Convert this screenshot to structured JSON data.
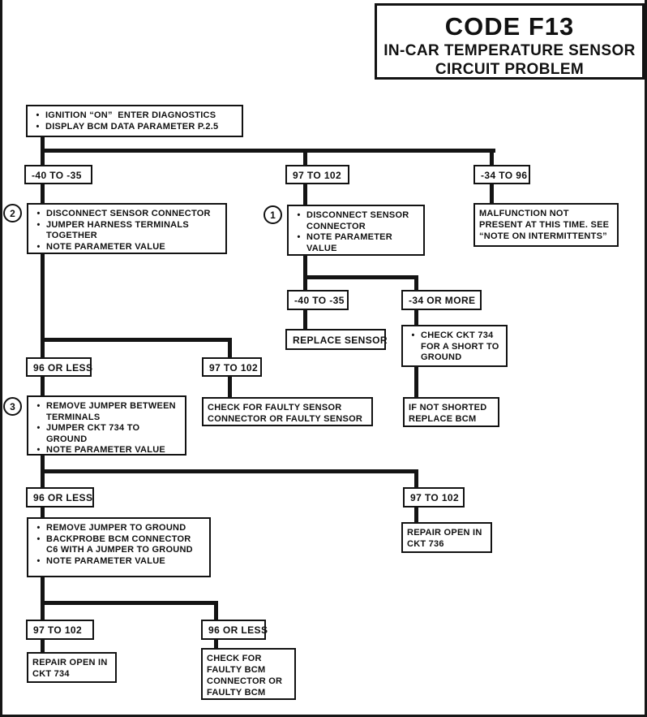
{
  "ui": {
    "bullet": "•",
    "ink_color": "#111111",
    "paper_color": "#ffffff"
  },
  "title": {
    "code": "CODE F13",
    "line1": "IN-CAR TEMPERATURE SENSOR",
    "line2": "CIRCUIT PROBLEM"
  },
  "nodes": {
    "start": {
      "bullets": [
        "IGNITION “ON”  ENTER DIAGNOSTICS",
        "DISPLAY BCM DATA PARAMETER P.2.5"
      ]
    },
    "val_neg40_neg35_top": "-40 TO -35",
    "val_97_102_top": "97 TO 102",
    "val_neg34_96": "-34 TO 96",
    "step2": {
      "marker": "2",
      "bullets": [
        "DISCONNECT SENSOR CONNECTOR",
        "JUMPER HARNESS TERMINALS TOGETHER",
        "NOTE PARAMETER VALUE"
      ]
    },
    "step1": {
      "marker": "1",
      "bullets": [
        "DISCONNECT SENSOR CONNECTOR",
        "NOTE PARAMETER VALUE"
      ]
    },
    "malfunction": {
      "lines": [
        "MALFUNCTION NOT",
        "PRESENT AT THIS TIME.  SEE",
        "“NOTE ON INTERMITTENTS”"
      ]
    },
    "val_neg40_neg35_mid": "-40 TO -35",
    "val_neg34_or_more": "-34 OR MORE",
    "replace_sensor": "REPLACE SENSOR",
    "check_short": {
      "bullets": [
        "CHECK CKT 734 FOR A SHORT TO GROUND"
      ]
    },
    "if_not_shorted": {
      "lines": [
        "IF NOT SHORTED",
        "REPLACE BCM"
      ]
    },
    "val_96_or_less_1": "96 OR LESS",
    "val_97_102_b": "97 TO 102",
    "step3": {
      "marker": "3",
      "bullets": [
        "REMOVE JUMPER BETWEEN TERMINALS",
        "JUMPER CKT 734 TO GROUND",
        "NOTE PARAMETER VALUE"
      ]
    },
    "check_faulty_sensor": {
      "lines": [
        "CHECK FOR FAULTY SENSOR",
        "CONNECTOR OR FAULTY SENSOR"
      ]
    },
    "val_96_or_less_2": "96 OR LESS",
    "val_97_102_c": "97 TO 102",
    "step4": {
      "bullets": [
        "REMOVE JUMPER TO GROUND",
        "BACKPROBE BCM CONNECTOR C6 WITH A JUMPER TO GROUND",
        "NOTE PARAMETER VALUE"
      ]
    },
    "repair_open_736": {
      "lines": [
        "REPAIR OPEN IN",
        "CKT 736"
      ]
    },
    "val_97_102_d": "97 TO 102",
    "val_96_or_less_3": "96 OR LESS",
    "repair_open_734": {
      "lines": [
        "REPAIR OPEN IN",
        "CKT 734"
      ]
    },
    "check_faulty_bcm": {
      "lines": [
        "CHECK FOR",
        "FAULTY BCM",
        "CONNECTOR OR",
        "FAULTY BCM"
      ]
    }
  }
}
